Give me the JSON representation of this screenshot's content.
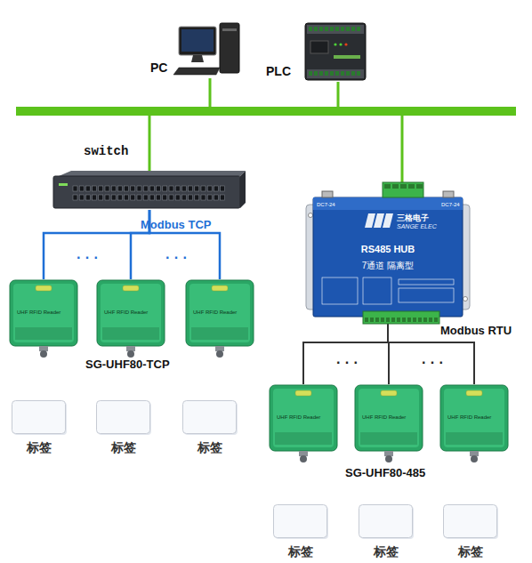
{
  "diagram": {
    "nodes": [
      {
        "text": [
          "PC"
        ]
      },
      {
        "text": [
          "PLC"
        ]
      },
      {
        "text": [
          "switch"
        ]
      },
      {
        "text": [
          "三格电子",
          "SANGE ELEC",
          "RS485 HUB",
          "7通道 隔离型"
        ]
      },
      {
        "text": [
          "UHF RFID Reader"
        ]
      },
      {
        "text": [
          "UHF RFID Reader"
        ]
      },
      {
        "text": [
          "UHF RFID Reader"
        ]
      },
      {
        "text": [
          "UHF RFID Reader"
        ]
      },
      {
        "text": [
          "UHF RFID Reader"
        ]
      },
      {
        "text": [
          "UHF RFID Reader"
        ]
      },
      {
        "text": [
          "标签"
        ]
      },
      {
        "text": [
          "标签"
        ]
      },
      {
        "text": [
          "标签"
        ]
      },
      {
        "text": [
          "标签"
        ]
      },
      {
        "text": [
          "标签"
        ]
      },
      {
        "text": [
          "标签"
        ]
      }
    ],
    "edges": [
      {
        "from": 2,
        "to": 4,
        "arrow": "none"
      },
      {
        "from": 2,
        "to": 5,
        "arrow": "none"
      },
      {
        "from": 2,
        "to": 6,
        "arrow": "none"
      },
      {
        "from": 3,
        "to": 7,
        "arrow": "none"
      },
      {
        "from": 3,
        "to": 8,
        "arrow": "none"
      },
      {
        "from": 3,
        "to": 9,
        "arrow": "none"
      }
    ],
    "labels": [
      "Modbus TCP",
      "· · ·",
      "· · ·",
      "SG-UHF80-TCP",
      "Modbus RTU",
      "· · ·",
      "· · ·",
      "SG-UHF80-485",
      "DC7-24",
      "DC7-24"
    ]
  }
}
